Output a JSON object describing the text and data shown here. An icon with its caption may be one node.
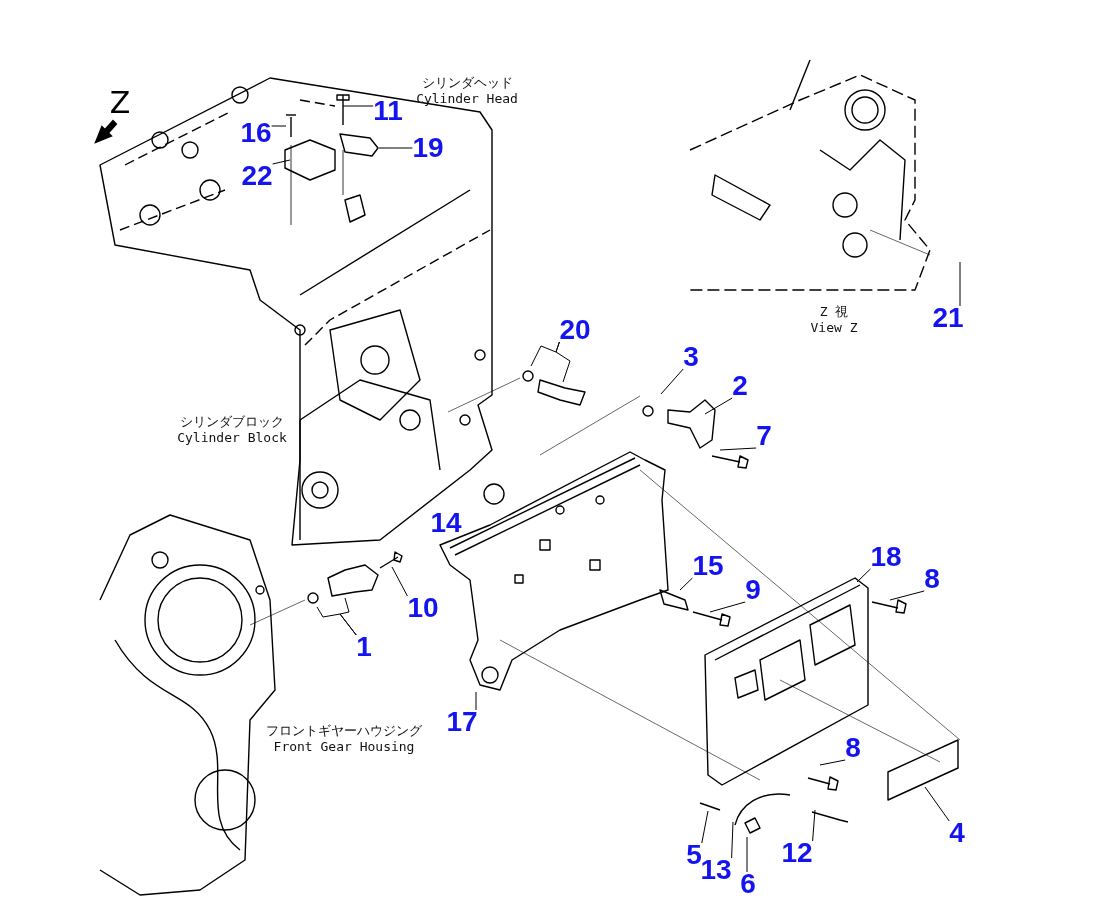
{
  "diagram": {
    "nodes": [
      {
        "text": [
          "11"
        ]
      },
      {
        "text": [
          "16"
        ]
      },
      {
        "text": [
          "19"
        ]
      },
      {
        "text": [
          "22"
        ]
      },
      {
        "text": [
          "21"
        ]
      },
      {
        "text": [
          "20"
        ]
      },
      {
        "text": [
          "3"
        ]
      },
      {
        "text": [
          "2"
        ]
      },
      {
        "text": [
          "7"
        ]
      },
      {
        "text": [
          "18"
        ]
      },
      {
        "text": [
          "15"
        ]
      },
      {
        "text": [
          "8"
        ]
      },
      {
        "text": [
          "9"
        ]
      },
      {
        "text": [
          "10"
        ]
      },
      {
        "text": [
          "1"
        ]
      },
      {
        "text": [
          "17"
        ]
      },
      {
        "text": [
          "8"
        ]
      },
      {
        "text": [
          "4"
        ]
      },
      {
        "text": [
          "12"
        ]
      },
      {
        "text": [
          "5"
        ]
      },
      {
        "text": [
          "13"
        ]
      },
      {
        "text": [
          "6"
        ]
      }
    ],
    "edges": [
      {
        "from": 0,
        "to": null,
        "arrow": "none"
      },
      {
        "from": 1,
        "to": null,
        "arrow": "none"
      },
      {
        "from": 2,
        "to": null,
        "arrow": "none"
      },
      {
        "from": 3,
        "to": null,
        "arrow": "none"
      },
      {
        "from": 4,
        "to": null,
        "arrow": "none"
      },
      {
        "from": 5,
        "to": null,
        "arrow": "none"
      },
      {
        "from": 5,
        "to": null,
        "arrow": "none"
      },
      {
        "from": 6,
        "to": null,
        "arrow": "none"
      },
      {
        "from": 7,
        "to": null,
        "arrow": "none"
      },
      {
        "from": 8,
        "to": null,
        "arrow": "none"
      },
      {
        "from": 9,
        "to": null,
        "arrow": "none"
      },
      {
        "from": 10,
        "to": null,
        "arrow": "none"
      },
      {
        "from": 11,
        "to": null,
        "arrow": "none"
      },
      {
        "from": 12,
        "to": null,
        "arrow": "none"
      },
      {
        "from": 13,
        "to": null,
        "arrow": "none"
      },
      {
        "from": 14,
        "to": null,
        "arrow": "none"
      },
      {
        "from": 14,
        "to": null,
        "arrow": "none"
      },
      {
        "from": 15,
        "to": null,
        "arrow": "none"
      },
      {
        "from": 16,
        "to": null,
        "arrow": "none"
      },
      {
        "from": 17,
        "to": null,
        "arrow": "none"
      },
      {
        "from": 18,
        "to": null,
        "arrow": "none"
      },
      {
        "from": 19,
        "to": null,
        "arrow": "none"
      },
      {
        "from": 20,
        "to": null,
        "arrow": "none"
      },
      {
        "from": 21,
        "to": null,
        "arrow": "none"
      }
    ],
    "labels": [
      "シリンダヘッド",
      "Cylinder Head",
      "Z",
      "Z 視",
      "View Z",
      "シリンダブロック",
      "Cylinder Block",
      "14",
      "フロントギヤーハウジング",
      "Front Gear Housing"
    ]
  }
}
